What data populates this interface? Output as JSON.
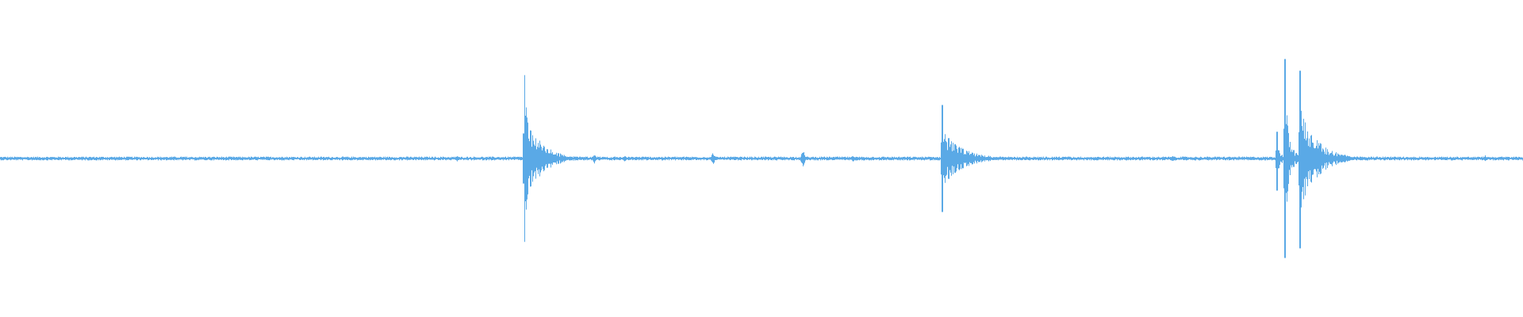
{
  "waveform": {
    "color": "#5aa9e6",
    "background": "#ffffff",
    "noise_floor": 0.015,
    "transients": [
      {
        "position": 0.344,
        "up": 0.78,
        "down": 0.78,
        "decay": 0.018
      },
      {
        "position": 0.618,
        "up": 0.5,
        "down": 0.5,
        "decay": 0.022
      },
      {
        "position": 0.838,
        "up": 0.25,
        "down": 0.3,
        "decay": 0.004
      },
      {
        "position": 0.843,
        "up": 0.93,
        "down": 0.93,
        "decay": 0.006
      },
      {
        "position": 0.853,
        "up": 0.82,
        "down": 0.84,
        "decay": 0.02
      }
    ],
    "minor_blips": [
      {
        "position": 0.12,
        "amp": 0.02
      },
      {
        "position": 0.185,
        "amp": 0.02
      },
      {
        "position": 0.225,
        "amp": 0.02
      },
      {
        "position": 0.3,
        "amp": 0.03
      },
      {
        "position": 0.39,
        "amp": 0.05
      },
      {
        "position": 0.41,
        "amp": 0.03
      },
      {
        "position": 0.468,
        "amp": 0.06
      },
      {
        "position": 0.527,
        "amp": 0.09
      },
      {
        "position": 0.56,
        "amp": 0.03
      },
      {
        "position": 0.77,
        "amp": 0.03
      },
      {
        "position": 0.975,
        "amp": 0.03
      }
    ]
  }
}
